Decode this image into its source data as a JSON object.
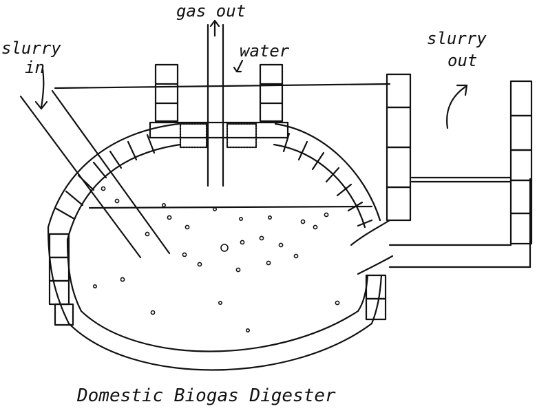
{
  "labels": {
    "gas_out": "gas out",
    "slurry_in_line1": "slurry",
    "slurry_in_line2": "in",
    "water": "water",
    "slurry_out_line1": "slurry",
    "slurry_out_line2": "out"
  },
  "title": "Domestic Biogas Digester",
  "colors": {
    "ink": "#111111",
    "paper": "#ffffff"
  }
}
